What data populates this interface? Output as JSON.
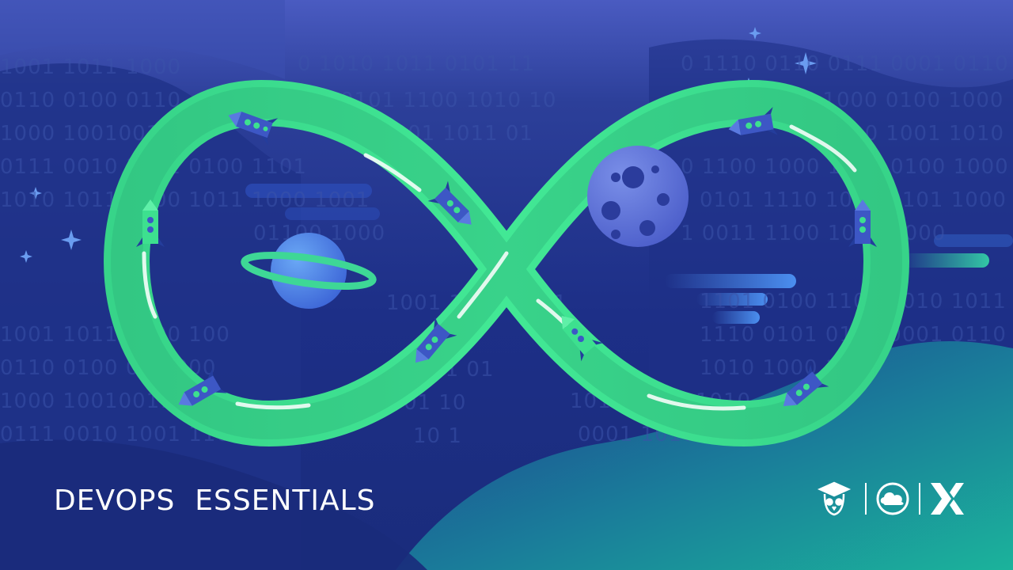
{
  "title": "DEVOPS  ESSENTIALS",
  "binary": {
    "left_rows": [
      "1001 1011 1000",
      "0110 0100 0110",
      "1000 10010011",
      "0111 0010 1001 0100 1101",
      "1010 1011 1000 1011 1000 1001",
      "01100 1000",
      "1001 1011 1000 100",
      "0110 0100 01 1000",
      "1000 10010011 0",
      "0111 0010 1001 1101"
    ],
    "center_rows": [
      "0 1010 1011 0101 11",
      "0101 1100 1010 10",
      "1001 1011 01",
      "1001 1001 1011",
      "0011 01",
      "01 10",
      "10 1"
    ],
    "right_rows": [
      "0 1110 0110 0111 0001 0110",
      "1010 1000 0100 1000",
      "1010 1001 1010",
      "0 1100 1000 1001 0100 1000",
      "0101 1110 1001 0101 1000",
      "1 0011 1100 1010 1000",
      "1101 0100 1100 1010 1011",
      "1110 0101 0111 0001 0110",
      "1010 1000 1000",
      "1011 1010 1010",
      "0001 1010 1000"
    ]
  },
  "colors": {
    "background_top": "#4a5bc1",
    "background_bottom": "#1a2c7c",
    "infinity_green": "#3de08f",
    "teal_wave": "#1aa89a",
    "planet_blue": "#4c86ea",
    "moon_blue": "#5a73d6",
    "rocket_blue": "#3d57c5",
    "star_blue": "#6a9cf0"
  },
  "logos": [
    {
      "icon": "owl-graduation-cap-icon"
    },
    {
      "icon": "cloud-icon"
    },
    {
      "icon": "x-brand-icon"
    }
  ]
}
